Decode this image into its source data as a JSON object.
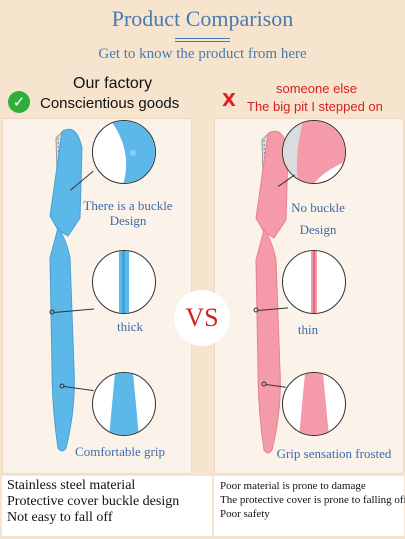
{
  "header": {
    "title": "Product Comparison",
    "subtitle": "Get to know the product from here"
  },
  "left": {
    "name": "Our factory",
    "tagline": "Conscientious goods",
    "badge_icon": "check-icon",
    "accent_color": "#5bb8e8",
    "features": [
      {
        "label_line1": "There is a buckle",
        "label_line2": "Design"
      },
      {
        "label_line1": "thick",
        "label_line2": ""
      },
      {
        "label_line1": "Comfortable grip",
        "label_line2": ""
      }
    ],
    "bottom_lines": [
      "Stainless steel material",
      "Protective cover buckle design",
      "Not easy to fall off"
    ]
  },
  "right": {
    "name": "someone else",
    "tagline": "The big pit I stepped on",
    "badge_text": "X",
    "accent_color": "#f59aa8",
    "features": [
      {
        "label_line1": "No buckle",
        "label_line2": "Design"
      },
      {
        "label_line1": "thin",
        "label_line2": ""
      },
      {
        "label_line1": "Grip sensation frosted",
        "label_line2": ""
      }
    ],
    "bottom_lines": [
      "Poor material is prone to damage",
      "The protective cover is prone to falling off",
      "Poor safety"
    ]
  },
  "vs_label": "VS",
  "colors": {
    "title_blue": "#4a7bb0",
    "warn_red": "#d42020",
    "check_green": "#2fae3a",
    "background": "#f6e4cf"
  }
}
